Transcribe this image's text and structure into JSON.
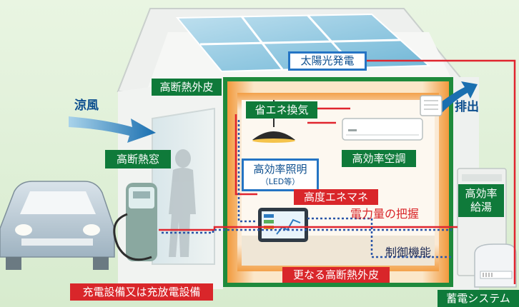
{
  "labels": {
    "solar": "太陽光発電",
    "insulation_outer": "高断熱外皮",
    "ventilation": "省エネ換気",
    "cool_breeze": "涼風",
    "exhaust": "排出",
    "window": "高断熱窓",
    "lighting_line1": "高効率照明",
    "lighting_line2": "（LED等）",
    "aircon": "高効率空調",
    "hems": "高度エネマネ",
    "power_tracking": "電力量の把握",
    "control": "制御機能",
    "water_heater_line1": "高効率",
    "water_heater_line2": "給湯",
    "further_insulation": "更なる高断熱外皮",
    "charger": "充電設備又は充放電設備",
    "storage": "蓄電システム"
  },
  "colors": {
    "green_label": "#0f7a3a",
    "red_label": "#d9262a",
    "blue_label_border": "#2474c4",
    "power_line": "#e0252e",
    "data_line": "#2a55a8",
    "insulation_gradient": "#f0a64a",
    "arrow_blue": "#1a6fb0"
  },
  "icons": [
    "house",
    "solar-panel",
    "car",
    "ev-charger",
    "person-silhouette",
    "pendant-lamp",
    "air-conditioner",
    "ventilation-fan",
    "tablet-monitor",
    "water-heater",
    "battery-unit",
    "wind-arrow",
    "exhaust-arrow"
  ]
}
